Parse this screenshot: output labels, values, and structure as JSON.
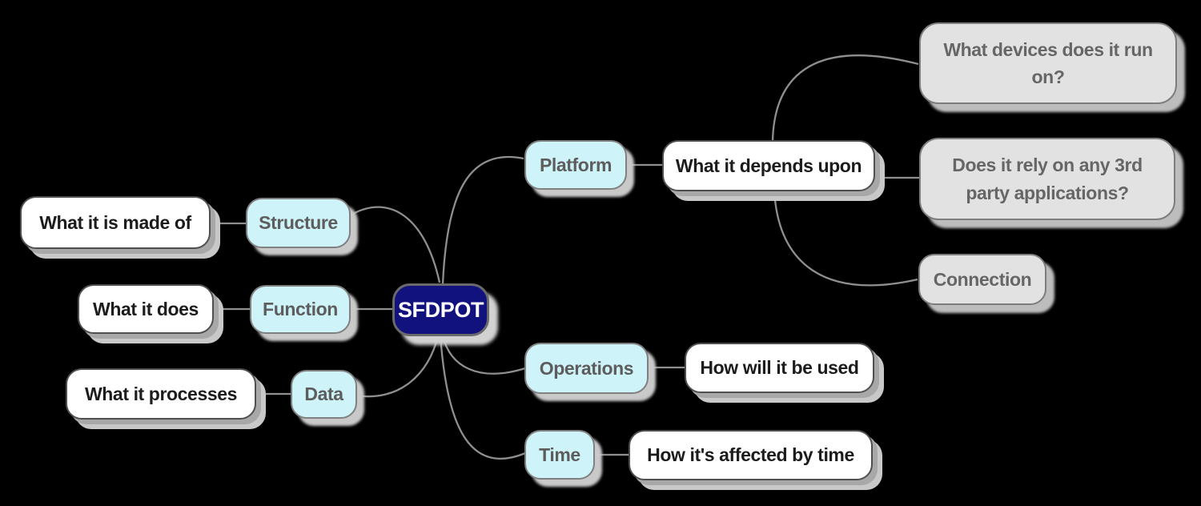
{
  "nodes": {
    "root": {
      "label": "SFDPOT"
    },
    "structure": {
      "label": "Structure"
    },
    "function": {
      "label": "Function"
    },
    "data": {
      "label": "Data"
    },
    "platform": {
      "label": "Platform"
    },
    "operations": {
      "label": "Operations"
    },
    "time": {
      "label": "Time"
    },
    "structure_detail": {
      "label": "What it is made of"
    },
    "function_detail": {
      "label": "What it does"
    },
    "data_detail": {
      "label": "What it processes"
    },
    "platform_detail": {
      "label": "What it depends upon"
    },
    "operations_detail": {
      "label": "How will it be used"
    },
    "time_detail": {
      "label": "How it's affected by time"
    },
    "platform_q_devices": {
      "label": "What devices does it run\non?"
    },
    "platform_q_third_party": {
      "label": "Does it rely on any 3rd\nparty applications?"
    },
    "platform_q_connection": {
      "label": "Connection"
    }
  },
  "colors": {
    "background": "#000000",
    "root_fill": "#12127f",
    "root_text": "#ffffff",
    "branch_fill": "#cef3f8",
    "branch_text": "#5d5d5d",
    "detail_fill": "#ffffff",
    "detail_text": "#1c1c1c",
    "question_fill": "#e2e2e2",
    "question_text": "#666666",
    "connector": "#8f8f8f"
  }
}
